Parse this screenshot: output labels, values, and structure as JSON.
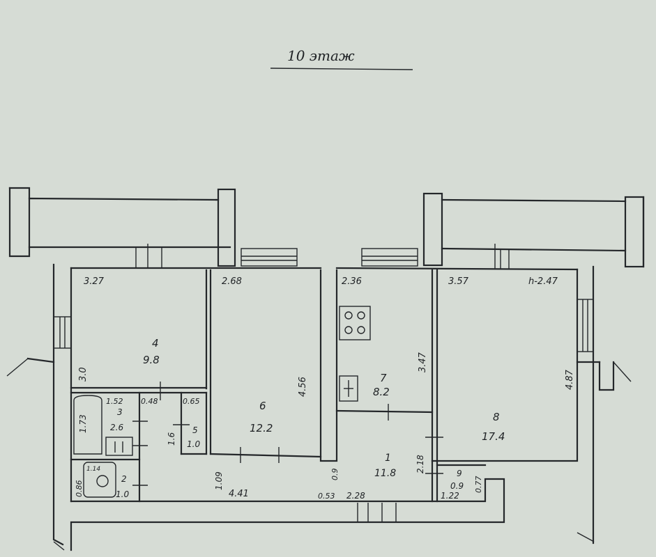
{
  "plan": {
    "title": "10 этаж",
    "rooms": [
      {
        "id": "r4",
        "number": "4",
        "area": "9.8"
      },
      {
        "id": "r6",
        "number": "6",
        "area": "12.2"
      },
      {
        "id": "r7",
        "number": "7",
        "area": "8.2"
      },
      {
        "id": "r8",
        "number": "8",
        "area": "17.4"
      },
      {
        "id": "r1",
        "number": "1",
        "area": "11.8"
      },
      {
        "id": "r3",
        "number": "3",
        "area": "2.6"
      },
      {
        "id": "r5",
        "number": "5",
        "area": "1.0"
      },
      {
        "id": "r2",
        "number": "2",
        "area": "1.0"
      },
      {
        "id": "r9",
        "number": "9",
        "area": "0.9"
      }
    ],
    "dimensions": {
      "d_327": "3.27",
      "d_268": "2.68",
      "d_236": "2.36",
      "d_357": "3.57",
      "ceiling_height": "h-2.47",
      "d_30": "3.0",
      "d_456": "4.56",
      "d_347": "3.47",
      "d_487": "4.87",
      "d_152": "1.52",
      "d_048": "0.48",
      "d_065": "0.65",
      "d_173": "1.73",
      "d_16": "1.6",
      "d_114": "1.14",
      "d_086": "0.86",
      "d_109": "1.09",
      "d_441": "4.41",
      "d_09": "0.9",
      "d_053": "0.53",
      "d_228": "2.28",
      "d_218": "2.18",
      "d_122": "1.22",
      "d_077": "0.77"
    }
  }
}
